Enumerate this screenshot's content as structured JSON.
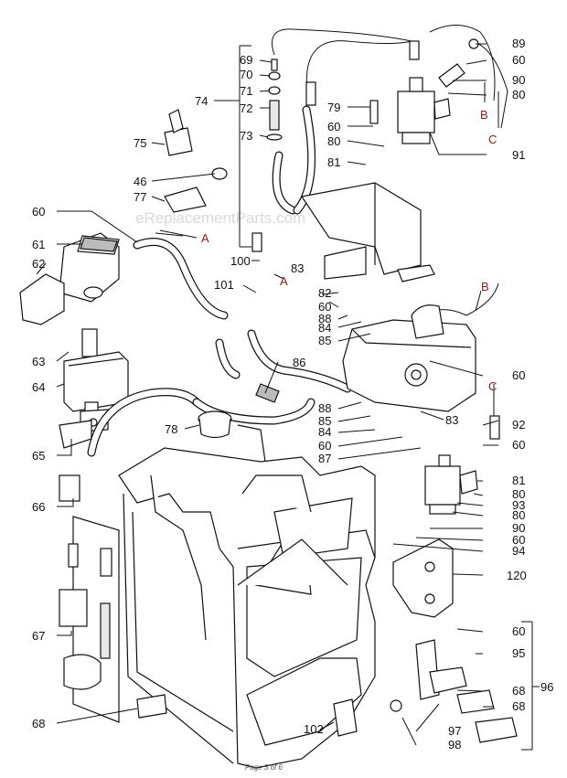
{
  "watermark": "eReplacementParts.com",
  "footer": "Page 3 of 6",
  "callouts": {
    "c69": "69",
    "c70": "70",
    "c71": "71",
    "c72": "72",
    "c73": "73",
    "c74": "74",
    "c75": "75",
    "c46": "46",
    "c77": "77",
    "c60a": "60",
    "c61": "61",
    "c62": "62",
    "c63": "63",
    "c64": "64",
    "c65": "65",
    "c66": "66",
    "c67": "67",
    "c68a": "68",
    "c78": "78",
    "c79": "79",
    "c60b": "60",
    "c80a": "80",
    "c81a": "81",
    "c89": "89",
    "c60c": "60",
    "c90a": "90",
    "c80b": "80",
    "c91": "91",
    "c100": "100",
    "c101": "101",
    "c83a": "83",
    "c82": "82",
    "c60d": "60",
    "c88a": "88",
    "c84a": "84",
    "c85a": "85",
    "c86": "86",
    "c88b": "88",
    "c85b": "85",
    "c84b": "84",
    "c60e": "60",
    "c87": "87",
    "c60f": "60",
    "c83b": "83",
    "c92": "92",
    "c60g": "60",
    "c81b": "81",
    "c80c": "80",
    "c93": "93",
    "c80d": "80",
    "c90b": "90",
    "c60h": "60",
    "c94": "94",
    "c120": "120",
    "c60i": "60",
    "c95": "95",
    "c96": "96",
    "c68b": "68",
    "c68c": "68",
    "c97": "97",
    "c98": "98",
    "c102": "102"
  },
  "connectors": {
    "a1": "A",
    "a2": "A",
    "b1": "B",
    "b2": "B",
    "c1": "C",
    "c2": "C"
  }
}
